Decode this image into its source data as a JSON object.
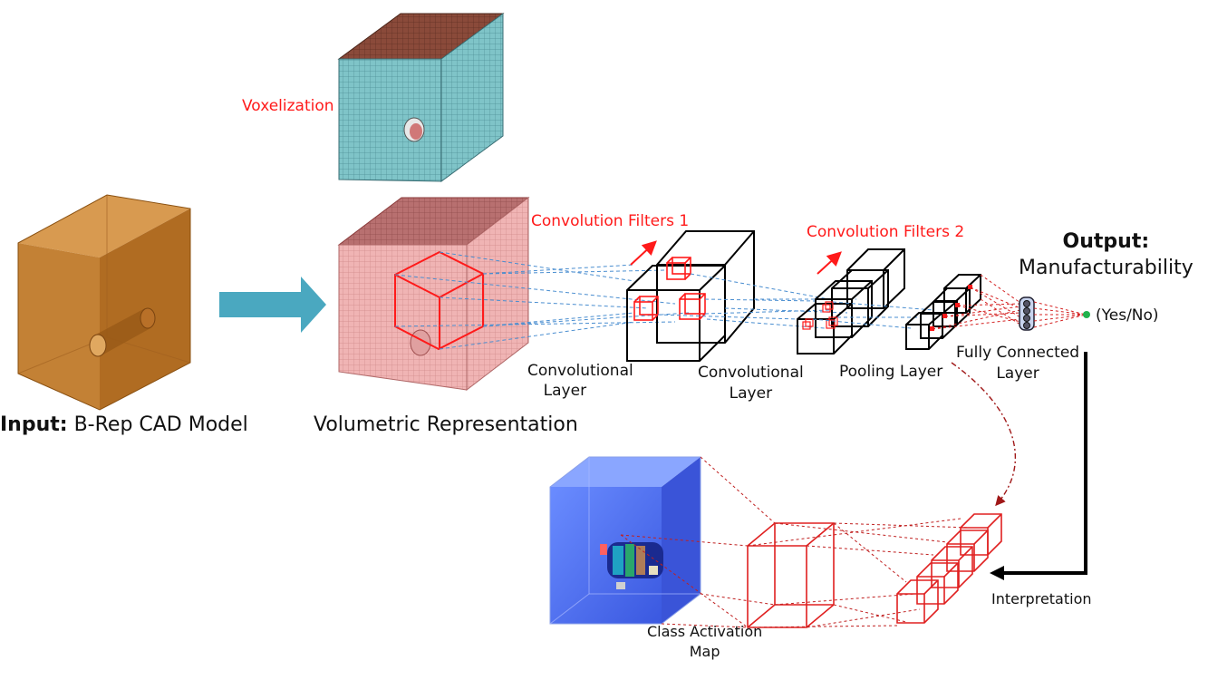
{
  "labels": {
    "voxelization": "Voxelization",
    "input_bold": "Input:",
    "input_rest": "B-Rep CAD Model",
    "volumetric": "Volumetric Representation",
    "conv_filters_1": "Convolution Filters 1",
    "conv_filters_2": "Convolution Filters 2",
    "conv_layer_a_line1": "Convolutional",
    "conv_layer_a_line2": "Layer",
    "conv_layer_b_line1": "Convolutional",
    "conv_layer_b_line2": "Layer",
    "pooling_layer": "Pooling Layer",
    "fc_line1": "Fully Connected",
    "fc_line2": "Layer",
    "output_bold": "Output:",
    "output_rest": "Manufacturability",
    "yes_no": "(Yes/No)",
    "interpretation": "Interpretation",
    "cam_line1": "Class Activation",
    "cam_line2": "Map"
  },
  "colors": {
    "cad_cube": "#c8822e",
    "voxel_front": "#7fbfc4",
    "voxel_top": "#8a4a3a",
    "volumetric_cube": "#f0b4b4",
    "arrow": "#4aa8c0",
    "filter_red": "#ff1a1a",
    "dashed_blue": "#4a8ed0",
    "dashed_red": "#c02020",
    "cam_blue": "#4a6ef0",
    "output_dot": "#22b14c"
  }
}
